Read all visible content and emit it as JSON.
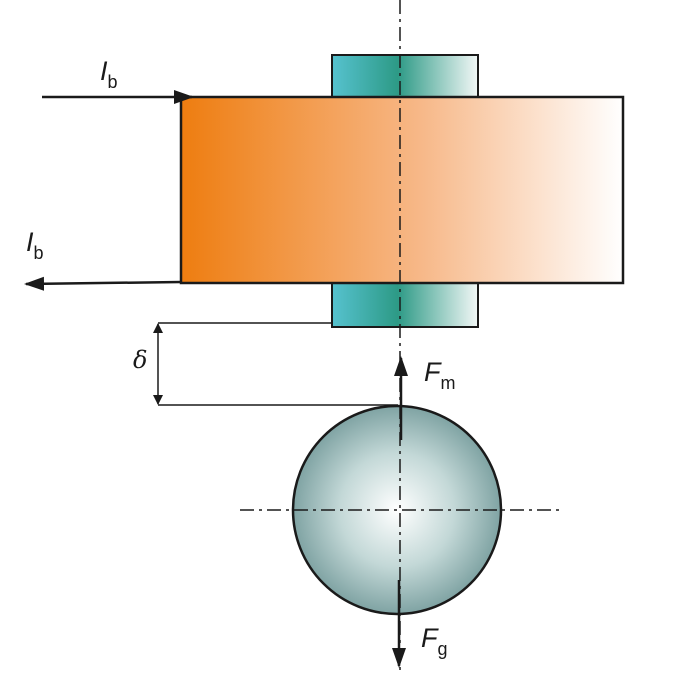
{
  "labels": {
    "current_in": {
      "main": "I",
      "sub": "b"
    },
    "current_out": {
      "main": "I",
      "sub": "b"
    },
    "gap": "δ",
    "force_magnetic": {
      "main": "F",
      "sub": "m"
    },
    "force_gravity": {
      "main": "F",
      "sub": "g"
    }
  },
  "colors": {
    "conductor_start": "#ee7d10",
    "conductor_end": "#ffffff",
    "core_dark": "#2d9a86",
    "core_light": "#56c2cf",
    "sphere_center": "#ffffff",
    "sphere_edge": "#7fa3a3",
    "line": "#1a1a1a"
  }
}
